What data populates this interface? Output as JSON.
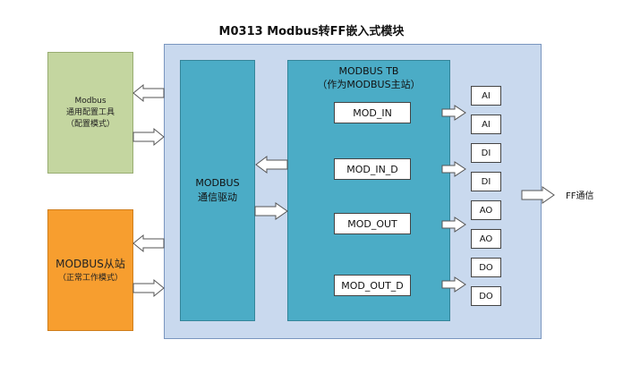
{
  "diagram": {
    "title": "M0313 Modbus转FF嵌入式模块",
    "config_tool": {
      "line1": "Modbus",
      "line2": "通用配置工具",
      "line3": "（配置模式）"
    },
    "slave": {
      "line1": "MODBUS从站",
      "line2": "（正常工作模式）"
    },
    "driver": {
      "line1": "MODBUS",
      "line2": "通信驱动"
    },
    "tb": {
      "line1": "MODBUS TB",
      "line2": "（作为MODBUS主站）"
    },
    "blocks": [
      "MOD_IN",
      "MOD_IN_D",
      "MOD_OUT",
      "MOD_OUT_D"
    ],
    "io": [
      "AI",
      "AI",
      "DI",
      "DI",
      "AO",
      "AO",
      "DO",
      "DO"
    ],
    "ff_label": "FF通信"
  }
}
